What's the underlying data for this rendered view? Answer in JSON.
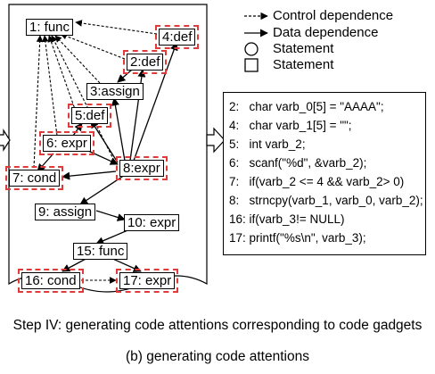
{
  "legend": {
    "control": "Control dependence",
    "data": "Data dependence",
    "statement_circle": "Statement",
    "statement_square": "Statement"
  },
  "nodes": {
    "n1": "1: func",
    "n4": "4:def",
    "n2": "2:def",
    "n3": "3:assign",
    "n5": "5:def",
    "n6": "6: expr",
    "n8": "8:expr",
    "n7": "7: cond",
    "n9": "9: assign",
    "n10": "10: expr",
    "n15": "15: func",
    "n16": "16: cond",
    "n17": "17: expr"
  },
  "code_lines": [
    {
      "num": "2:",
      "text": "char varb_0[5] = \"AAAA\";"
    },
    {
      "num": "4:",
      "text": "char varb_1[5] = \"\";"
    },
    {
      "num": "5:",
      "text": "int varb_2;"
    },
    {
      "num": "6:",
      "text": "scanf(\"%d\", &varb_2);"
    },
    {
      "num": "7:",
      "text": "if(varb_2 <= 4 && varb_2> 0)"
    },
    {
      "num": "8:",
      "text": "strncpy(varb_1, varb_0, varb_2);"
    },
    {
      "num": "16:",
      "text": "if(varb_3!= NULL)"
    },
    {
      "num": "17:",
      "text": "printf(\"%s\\n\", varb_3);"
    }
  ],
  "captions": {
    "step": "Step IV: generating code attentions corresponding to code gadgets",
    "sub": "(b) generating code attentions"
  },
  "colors": {
    "highlight": "#e03b3b",
    "ink": "#000000"
  }
}
